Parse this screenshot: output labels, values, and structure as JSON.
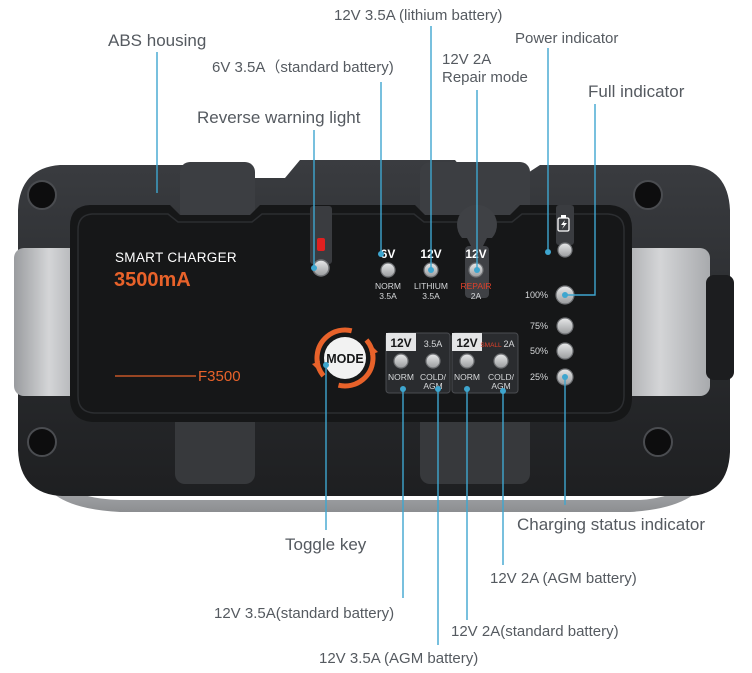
{
  "device": {
    "brand_line": "SMART CHARGER",
    "current": "3500mA",
    "model": "F3500",
    "mode_button": "MODE"
  },
  "panel_labels": {
    "v6": "6V",
    "v12_lithium": "12V",
    "v12_repair": "12V",
    "norm": "NORM",
    "norm_amp": "3.5A",
    "lithium": "LITHIUM",
    "lithium_amp": "3.5A",
    "repair": "REPAIR",
    "repair_amp": "2A",
    "box1_volt": "12V",
    "box1_amp": "3.5A",
    "box1_norm": "NORM",
    "box1_cold": "COLD/",
    "box1_agm": "AGM",
    "box2_volt": "12V",
    "box2_small": "SMALL",
    "box2_amp": "2A",
    "box2_norm": "NORM",
    "box2_cold": "COLD/",
    "box2_agm": "AGM",
    "p100": "100%",
    "p75": "75%",
    "p50": "50%",
    "p25": "25%"
  },
  "callouts": {
    "abs_housing": "ABS housing",
    "lithium_battery": "12V 3.5A (lithium battery)",
    "standard_6v": "6V 3.5A（standard battery)",
    "repair_line1": "12V 2A",
    "repair_line2": "Repair mode",
    "power_indicator": "Power indicator",
    "full_indicator": "Full indicator",
    "reverse_warning": "Reverse warning light",
    "charging_status": "Charging status indicator",
    "toggle_key": "Toggle key",
    "agm_2a": "12V  2A (AGM battery)",
    "standard_3_5a": "12V 3.5A(standard battery)",
    "standard_2a": "12V 2A(standard battery)",
    "agm_3_5a": "12V  3.5A (AGM battery)"
  },
  "colors": {
    "leader_line": "#3ea6cf",
    "accent_orange": "#e8622a",
    "repair_red": "#e0402a",
    "warning_red": "#e02020",
    "body_dark": "#2b2d30",
    "panel_black": "#161718",
    "text_gray": "#555a60"
  }
}
